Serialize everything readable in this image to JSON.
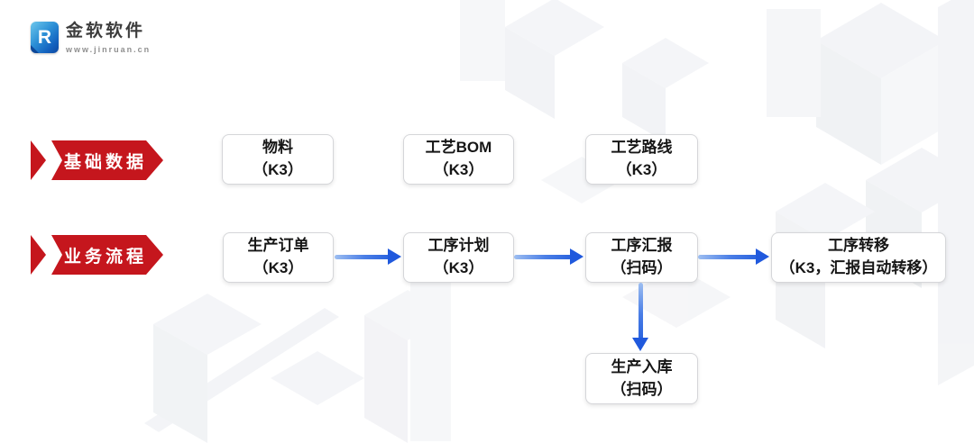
{
  "brand": {
    "name": "金软软件",
    "url": "www.jinruan.cn",
    "logo_glyph": "R"
  },
  "colors": {
    "banner_red": "#C5161D",
    "arrow_blue": "#2A63DE",
    "arrow_blue_light": "#9DBEF1",
    "node_border": "#D5D6D9",
    "node_text": "#161616"
  },
  "sections": {
    "basic_data": {
      "label": "基础数据",
      "nodes": [
        {
          "title": "物料",
          "subtitle": "（K3）"
        },
        {
          "title": "工艺BOM",
          "subtitle": "（K3）"
        },
        {
          "title": "工艺路线",
          "subtitle": "（K3）"
        }
      ]
    },
    "business_flow": {
      "label": "业务流程",
      "nodes": [
        {
          "title": "生产订单",
          "subtitle": "（K3）"
        },
        {
          "title": "工序计划",
          "subtitle": "（K3）"
        },
        {
          "title": "工序汇报",
          "subtitle": "（扫码）"
        },
        {
          "title": "工序转移",
          "subtitle": "（K3，汇报自动转移）"
        }
      ]
    },
    "inbound": {
      "title": "生产入库",
      "subtitle": "（扫码）"
    }
  }
}
